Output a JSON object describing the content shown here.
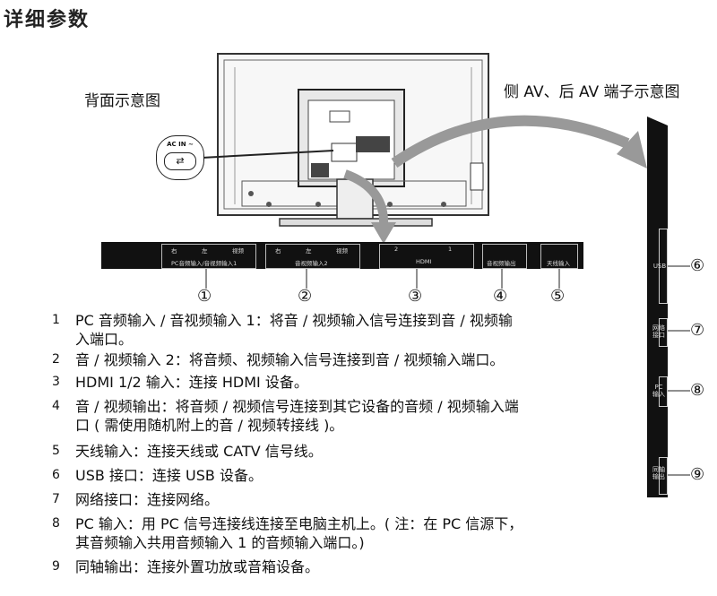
{
  "title": "详细参数",
  "rear_caption": "背面示意图",
  "side_caption": "侧 AV、后 AV 端子示意图",
  "ac_in": {
    "line1": "AC IN ~",
    "line2": "⇄"
  },
  "rear_panel": [
    {
      "id": "1",
      "top_labels": [
        "右",
        "左",
        "视频"
      ],
      "bottom_label": "PC音频输入/音视频输入1"
    },
    {
      "id": "2",
      "top_labels": [
        "右",
        "左",
        "视频"
      ],
      "bottom_label": "音视频输入2"
    },
    {
      "id": "3",
      "top_labels": [
        "2",
        "1"
      ],
      "bottom_label": "HDMI"
    },
    {
      "id": "4",
      "top_labels": [],
      "bottom_label": "音视频输出"
    },
    {
      "id": "5",
      "top_labels": [],
      "bottom_label": "天线输入"
    }
  ],
  "side_panel": [
    {
      "id": "6",
      "label": "USB"
    },
    {
      "id": "7",
      "label": "网络接口"
    },
    {
      "id": "8",
      "label": "PC输入"
    },
    {
      "id": "9",
      "label": "同轴输出"
    }
  ],
  "markers": [
    "①",
    "②",
    "③",
    "④",
    "⑤",
    "⑥",
    "⑦",
    "⑧",
    "⑨"
  ],
  "descriptions": [
    {
      "num": "1",
      "lines": [
        "PC 音频输入 / 音视频输入 1：将音 / 视频输入信号连接到音 / 视频输",
        "入端口。"
      ]
    },
    {
      "num": "2",
      "lines": [
        "音 / 视频输入 2：将音频、视频输入信号连接到音 / 视频输入端口。"
      ]
    },
    {
      "num": "3",
      "lines": [
        "HDMI 1/2 输入：连接 HDMI 设备。"
      ]
    },
    {
      "num": "4",
      "lines": [
        "音 / 视频输出：将音频 / 视频信号连接到其它设备的音频 / 视频输入端",
        "口 ( 需使用随机附上的音 / 视频转接线 )。"
      ]
    },
    {
      "num": "5",
      "lines": [
        "天线输入：连接天线或 CATV 信号线。"
      ]
    },
    {
      "num": "6",
      "lines": [
        "USB 接口：连接 USB 设备。"
      ]
    },
    {
      "num": "7",
      "lines": [
        "网络接口：连接网络。"
      ]
    },
    {
      "num": "8",
      "lines": [
        "PC 输入：用 PC 信号连接线连接至电脑主机上。( 注：在 PC 信源下，",
        "其音频输入共用音频输入 1 的音频输入端口。)"
      ]
    },
    {
      "num": "9",
      "lines": [
        "同轴输出：连接外置功放或音箱设备。"
      ]
    }
  ]
}
